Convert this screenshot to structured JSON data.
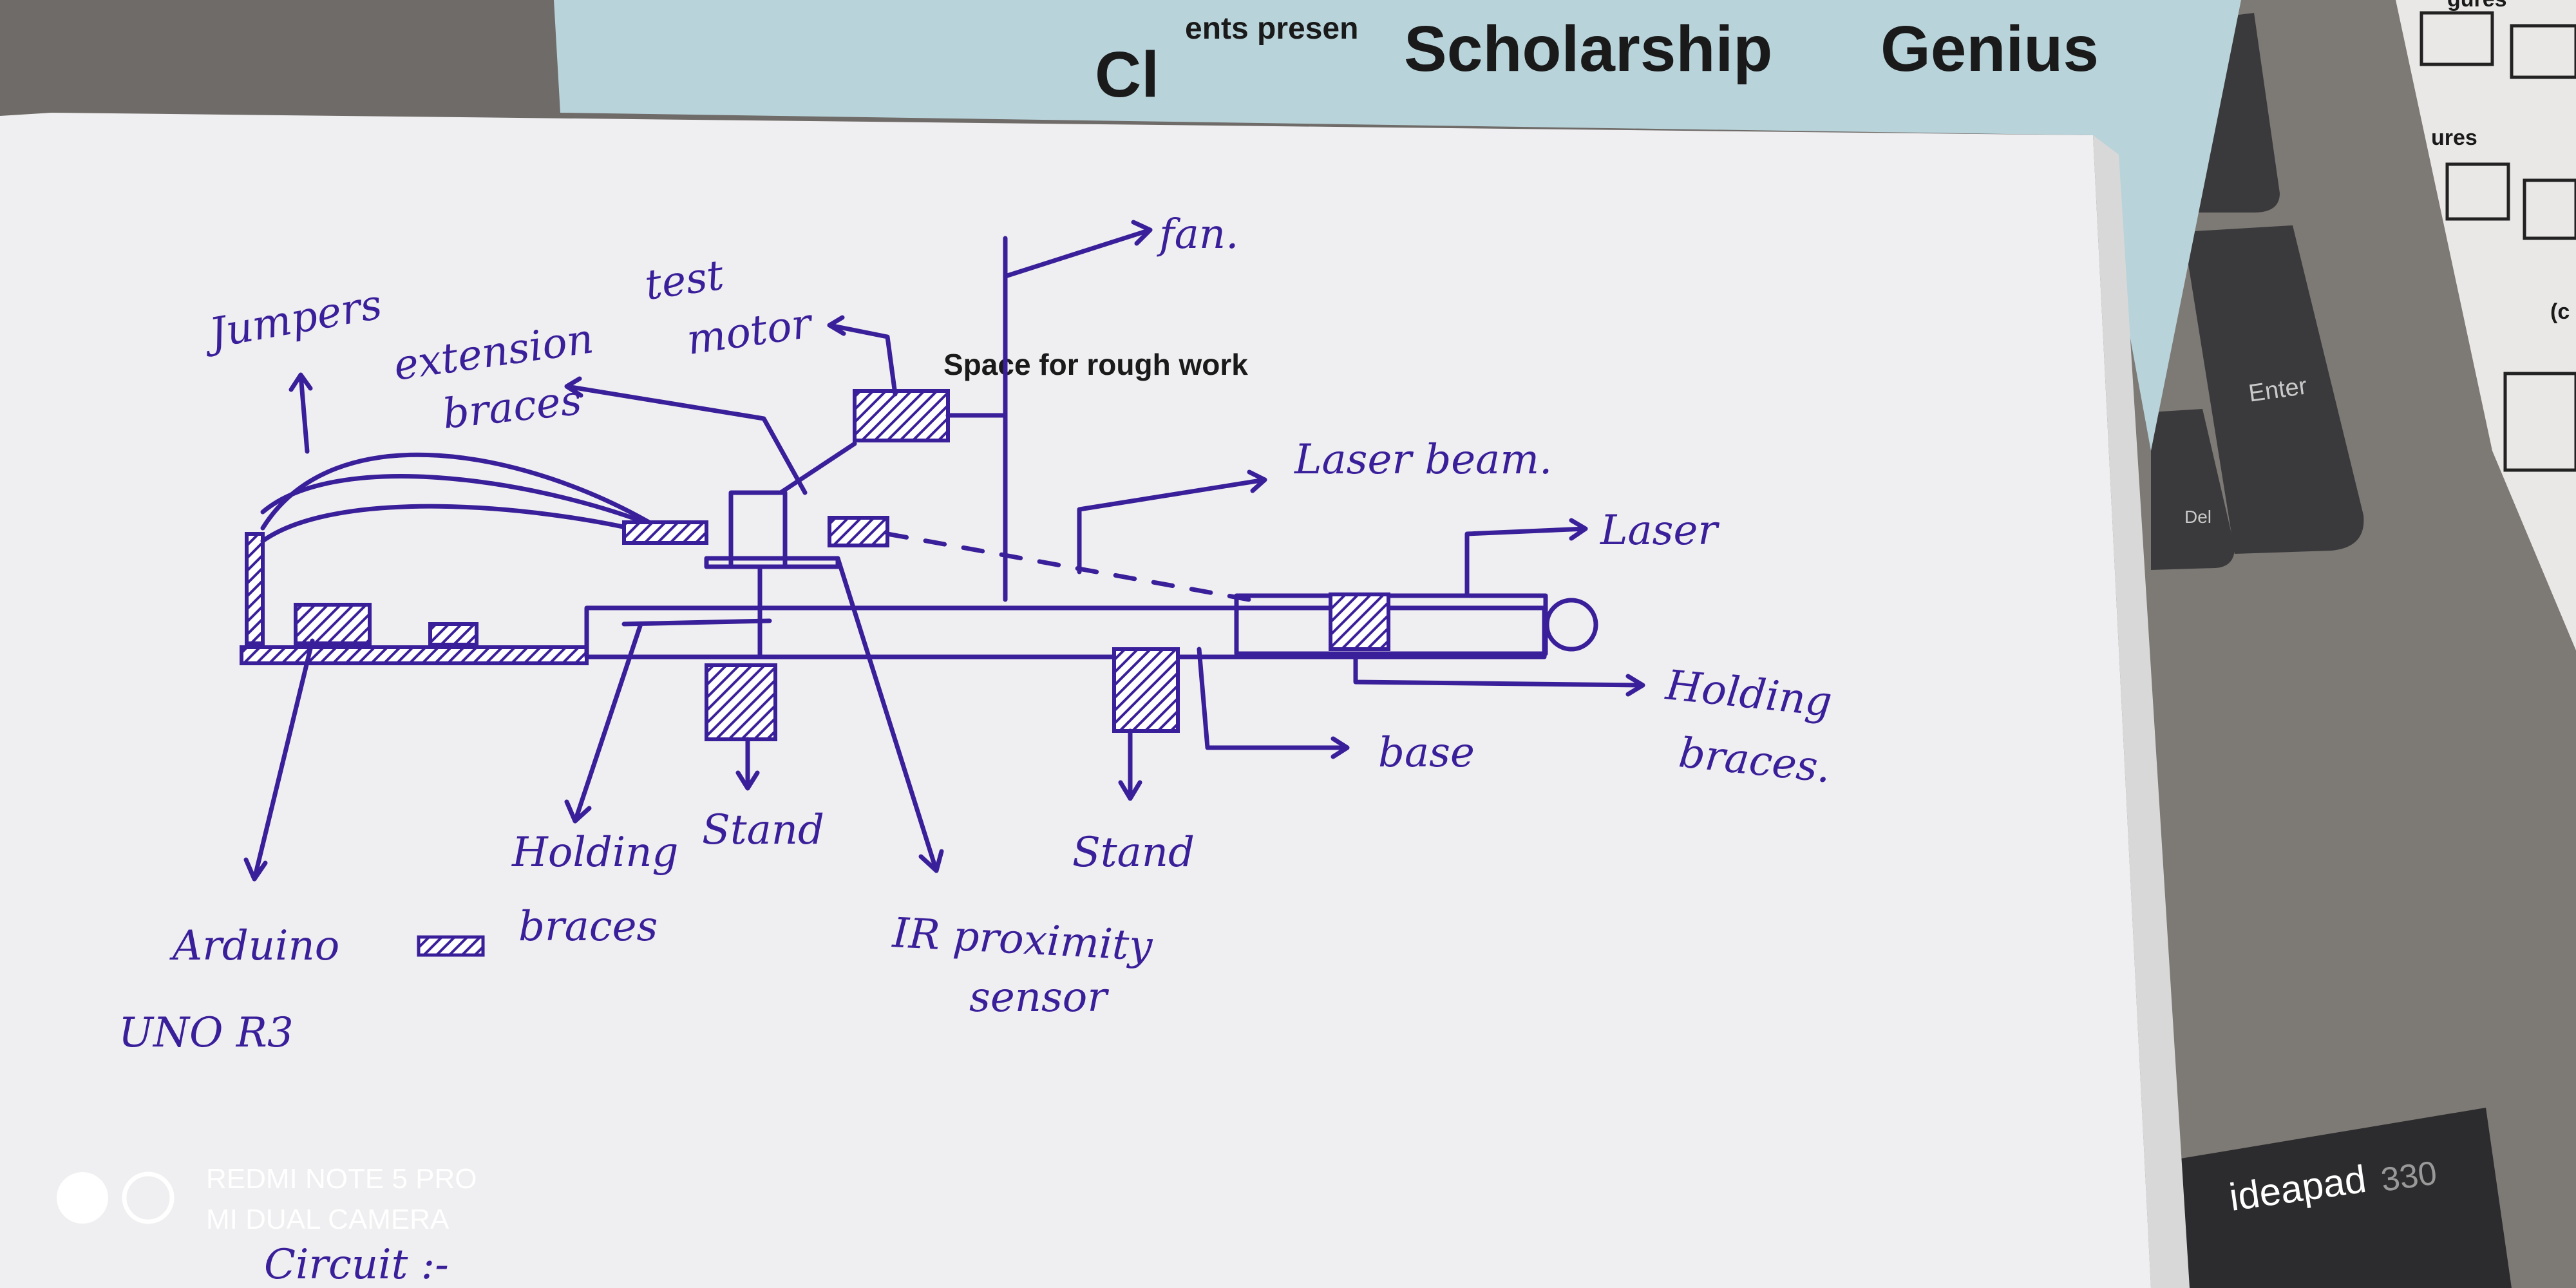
{
  "background": {
    "blue_paper_text": [
      "Scholarship",
      "Genius",
      "ents presen",
      "Cl"
    ],
    "right_sheet_text": [
      "gures",
      "ures",
      "(c"
    ],
    "keyboard": {
      "enter_key": "Enter",
      "del_key": "Del"
    },
    "laptop_badge": {
      "brand": "ideapad",
      "model": "330"
    }
  },
  "printed_note": "Space for rough work",
  "diagram": {
    "labels": {
      "jumpers": "Jumpers",
      "extension_braces": [
        "extension",
        "braces"
      ],
      "test_motor": [
        "test",
        "motor"
      ],
      "fan": "fan.",
      "laser_beam": "Laser beam.",
      "laser": "Laser",
      "holding_braces_right": [
        "Holding",
        "braces."
      ],
      "base": "base",
      "stand_left": "Stand",
      "stand_right": "Stand",
      "ir_sensor": [
        "IR proximity",
        "sensor"
      ],
      "holding_braces_left": [
        "Holding",
        "braces"
      ],
      "arduino": [
        "Arduino",
        "UNO R3"
      ],
      "circuit": "Circuit :-"
    },
    "ink_color": "#3a1f9a"
  },
  "camera_watermark": {
    "line1": "REDMI NOTE 5 PRO",
    "line2": "MI DUAL CAMERA"
  }
}
